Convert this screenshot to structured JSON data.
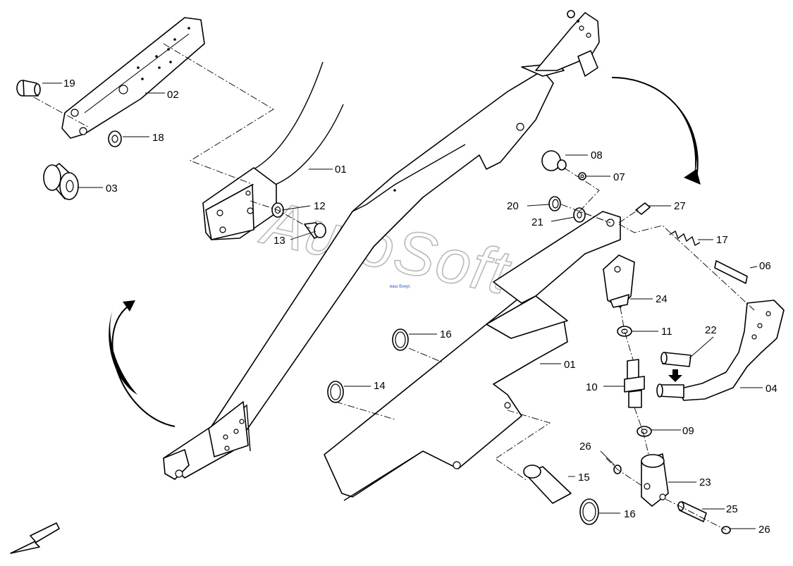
{
  "diagram": {
    "watermark": "AutoSoft",
    "watermark_small": "ваш бонус",
    "callouts": [
      {
        "id": "c-19",
        "text": "19"
      },
      {
        "id": "c-02",
        "text": "02"
      },
      {
        "id": "c-18",
        "text": "18"
      },
      {
        "id": "c-03",
        "text": "03"
      },
      {
        "id": "c-01a",
        "text": "01"
      },
      {
        "id": "c-12",
        "text": "12"
      },
      {
        "id": "c-13",
        "text": "13"
      },
      {
        "id": "c-08",
        "text": "08"
      },
      {
        "id": "c-07",
        "text": "07"
      },
      {
        "id": "c-20",
        "text": "20"
      },
      {
        "id": "c-21",
        "text": "21"
      },
      {
        "id": "c-27",
        "text": "27"
      },
      {
        "id": "c-17",
        "text": "17"
      },
      {
        "id": "c-06",
        "text": "06"
      },
      {
        "id": "c-24",
        "text": "24"
      },
      {
        "id": "c-11",
        "text": "11"
      },
      {
        "id": "c-22",
        "text": "22"
      },
      {
        "id": "c-16a",
        "text": "16"
      },
      {
        "id": "c-01b",
        "text": "01"
      },
      {
        "id": "c-14",
        "text": "14"
      },
      {
        "id": "c-10",
        "text": "10"
      },
      {
        "id": "c-04",
        "text": "04"
      },
      {
        "id": "c-09",
        "text": "09"
      },
      {
        "id": "c-26a",
        "text": "26"
      },
      {
        "id": "c-15",
        "text": "15"
      },
      {
        "id": "c-23",
        "text": "23"
      },
      {
        "id": "c-25",
        "text": "25"
      },
      {
        "id": "c-16b",
        "text": "16"
      },
      {
        "id": "c-26b",
        "text": "26"
      }
    ]
  }
}
